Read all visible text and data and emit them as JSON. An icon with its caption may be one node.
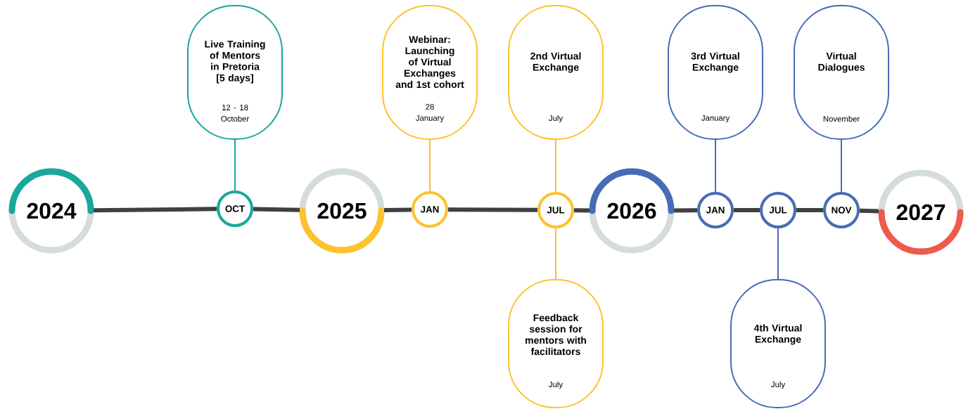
{
  "diagram": {
    "nodes": [
      {
        "text": [
          "2024"
        ]
      },
      {
        "text": [
          "OCT"
        ]
      },
      {
        "text": [
          "2025"
        ]
      },
      {
        "text": [
          "JAN"
        ]
      },
      {
        "text": [
          "JUL"
        ]
      },
      {
        "text": [
          "2026"
        ]
      },
      {
        "text": [
          "JAN"
        ]
      },
      {
        "text": [
          "JUL"
        ]
      },
      {
        "text": [
          "NOV"
        ]
      },
      {
        "text": [
          "2027"
        ]
      },
      {
        "text": [
          "Live Training of Mentors in Pretoria [5 days]",
          "12 - 18 October"
        ]
      },
      {
        "text": [
          "Webinar: Launching of Virtual Exchanges and 1st cohort",
          "28 January"
        ]
      },
      {
        "text": [
          "2nd Virtual Exchange",
          "July"
        ]
      },
      {
        "text": [
          "Feedback session for mentors with facilitators",
          "July"
        ]
      },
      {
        "text": [
          "3rd Virtual Exchange",
          "January"
        ]
      },
      {
        "text": [
          "4th Virtual Exchange",
          "July"
        ]
      },
      {
        "text": [
          "Virtual Dialogues",
          "November"
        ]
      }
    ],
    "edges": [
      {
        "from": 0,
        "to": 1,
        "arrow": "none"
      },
      {
        "from": 1,
        "to": 2,
        "arrow": "none"
      },
      {
        "from": 2,
        "to": 3,
        "arrow": "none"
      },
      {
        "from": 3,
        "to": 4,
        "arrow": "none"
      },
      {
        "from": 4,
        "to": 5,
        "arrow": "none"
      },
      {
        "from": 5,
        "to": 6,
        "arrow": "none"
      },
      {
        "from": 6,
        "to": 7,
        "arrow": "none"
      },
      {
        "from": 7,
        "to": 8,
        "arrow": "none"
      },
      {
        "from": 8,
        "to": 9,
        "arrow": "none"
      },
      {
        "from": 10,
        "to": 1,
        "arrow": "none",
        "color": "#1aa79c"
      },
      {
        "from": 11,
        "to": 3,
        "arrow": "none",
        "color": "#fdc22c"
      },
      {
        "from": 12,
        "to": 4,
        "arrow": "none",
        "color": "#fdc22c"
      },
      {
        "from": 13,
        "to": 4,
        "arrow": "none",
        "color": "#fdc22c"
      },
      {
        "from": 14,
        "to": 6,
        "arrow": "none",
        "color": "#476cb6"
      },
      {
        "from": 15,
        "to": 7,
        "arrow": "none",
        "color": "#476cb6"
      },
      {
        "from": 16,
        "to": 8,
        "arrow": "none",
        "color": "#476cb6"
      }
    ]
  }
}
